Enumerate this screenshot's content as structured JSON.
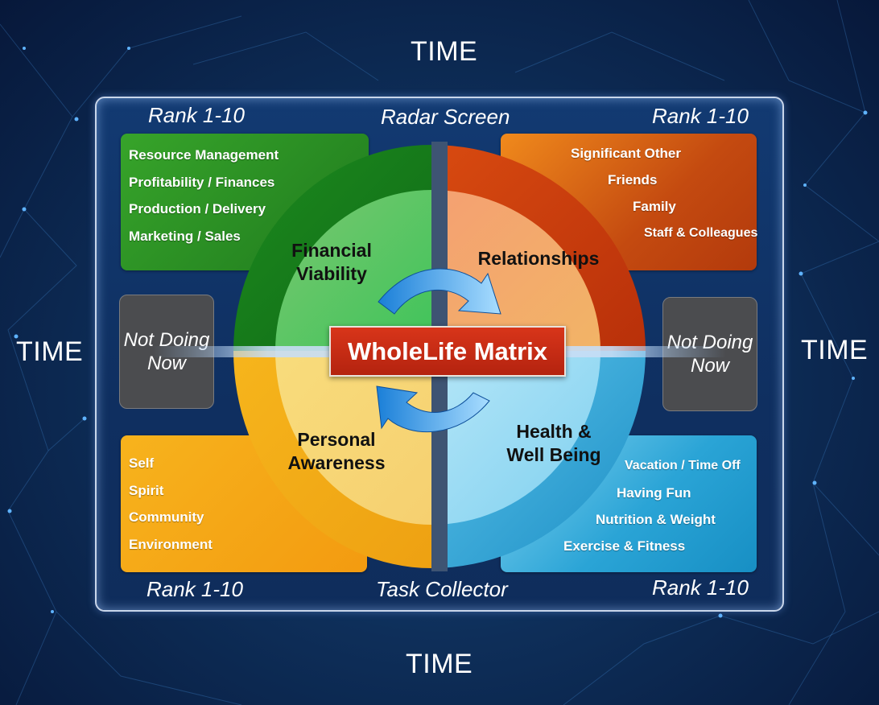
{
  "time_labels": {
    "top": "TIME",
    "bottom": "TIME",
    "left": "TIME",
    "right": "TIME"
  },
  "panel": {
    "top_caption": "Radar Screen",
    "bottom_caption": "Task Collector",
    "rank_top_left": "Rank 1-10",
    "rank_top_right": "Rank 1-10",
    "rank_bottom_left": "Rank 1-10",
    "rank_bottom_right": "Rank 1-10"
  },
  "center_title": "WholeLife Matrix",
  "not_doing_now": {
    "left": "Not Doing Now",
    "right": "Not Doing Now"
  },
  "quadrants": {
    "financial": {
      "label_line1": "Financial",
      "label_line2": "Viability",
      "color": "#2e9a2a",
      "items": [
        "Resource Management",
        "Profitability / Finances",
        "Production / Delivery",
        "Marketing  / Sales"
      ]
    },
    "relationships": {
      "label_line1": "Relationships",
      "color": "#d0520f",
      "items": [
        "Significant Other",
        "Friends",
        "Family",
        "Staff & Colleagues"
      ]
    },
    "personal": {
      "label_line1": "Personal",
      "label_line2": "Awareness",
      "color": "#f5ae18",
      "items": [
        "Self",
        "Spirit",
        "Community",
        "Environment"
      ]
    },
    "health": {
      "label_line1": "Health &",
      "label_line2": "Well Being",
      "color": "#2aa4d6",
      "items": [
        "Vacation / Time Off",
        "Having Fun",
        "Nutrition & Weight",
        "Exercise & Fitness"
      ]
    }
  }
}
